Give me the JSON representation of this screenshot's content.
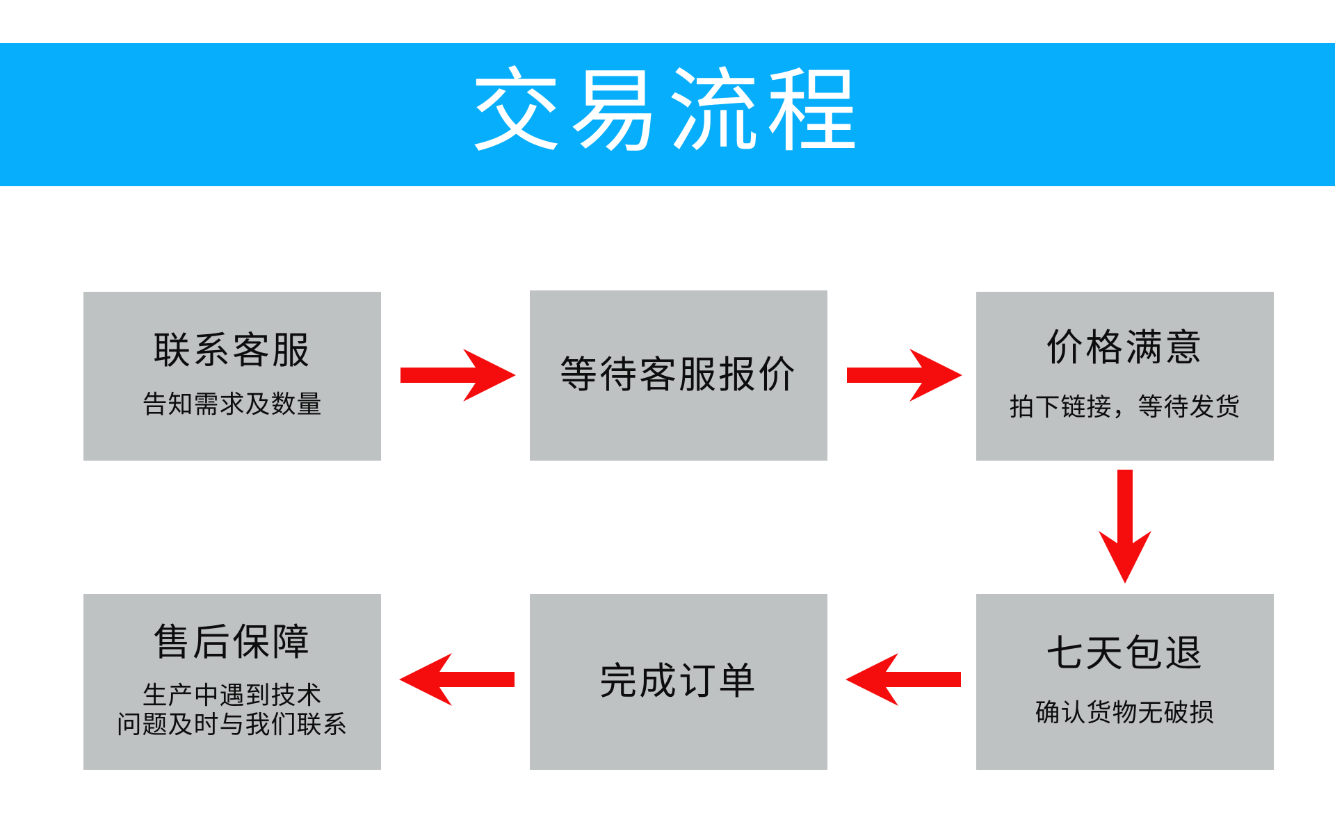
{
  "header": {
    "title": "交易流程",
    "background_color": "#06aefb",
    "text_color": "#ffffff"
  },
  "theme": {
    "page_background": "#ffffff",
    "box_fill": "#bec2c3",
    "box_text_color": "#0d0d0d",
    "arrow_color": "#f50d0d"
  },
  "flow": {
    "steps": [
      {
        "id": "contact",
        "title": "联系客服",
        "subtitle": "告知需求及数量",
        "subtitle_lines": [
          "告知需求及数量"
        ]
      },
      {
        "id": "quote",
        "title": "等待客服报价",
        "subtitle": "",
        "subtitle_lines": []
      },
      {
        "id": "price",
        "title": "价格满意",
        "subtitle": "拍下链接，等待发货",
        "subtitle_lines": [
          "拍下链接，等待发货"
        ]
      },
      {
        "id": "return",
        "title": "七天包退",
        "subtitle": "确认货物无破损",
        "subtitle_lines": [
          "确认货物无破损"
        ]
      },
      {
        "id": "order",
        "title": "完成订单",
        "subtitle": "",
        "subtitle_lines": []
      },
      {
        "id": "aftersale",
        "title": "售后保障",
        "subtitle": "生产中遇到技术问题及时与我们联系",
        "subtitle_lines": [
          "生产中遇到技术",
          "问题及时与我们联系"
        ]
      }
    ],
    "connectors": [
      {
        "id": "contact-to-quote",
        "direction": "right"
      },
      {
        "id": "quote-to-price",
        "direction": "right"
      },
      {
        "id": "price-to-return",
        "direction": "down"
      },
      {
        "id": "return-to-order",
        "direction": "left"
      },
      {
        "id": "order-to-aftersale",
        "direction": "left"
      }
    ]
  }
}
